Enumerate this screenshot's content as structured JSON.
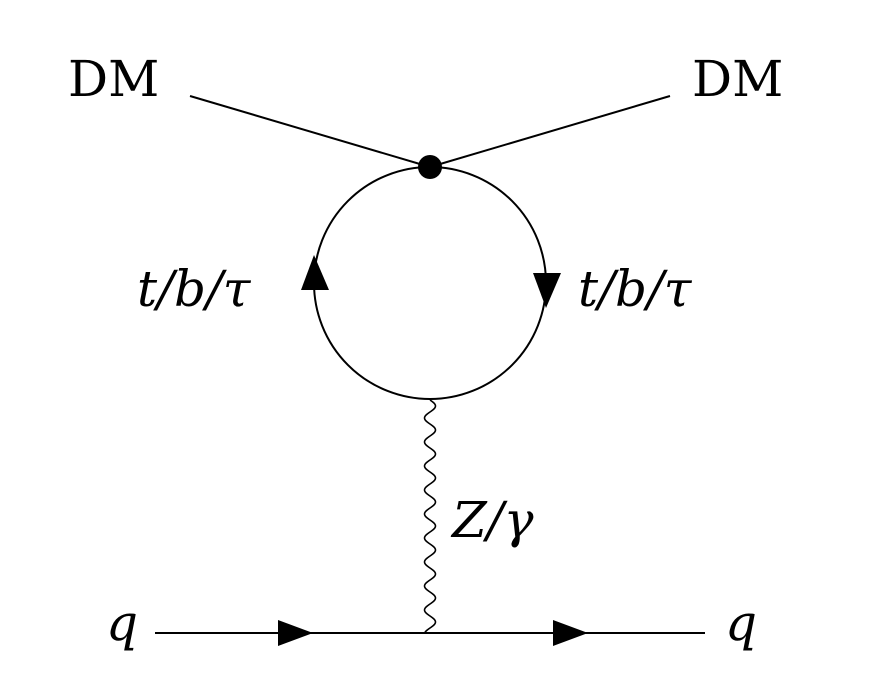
{
  "labels": {
    "dm_left": "DM",
    "dm_right": "DM",
    "loop_left": "t/b/τ",
    "loop_right": "t/b/τ",
    "boson": "Z/γ",
    "quark_in": "q",
    "quark_out": "q"
  }
}
